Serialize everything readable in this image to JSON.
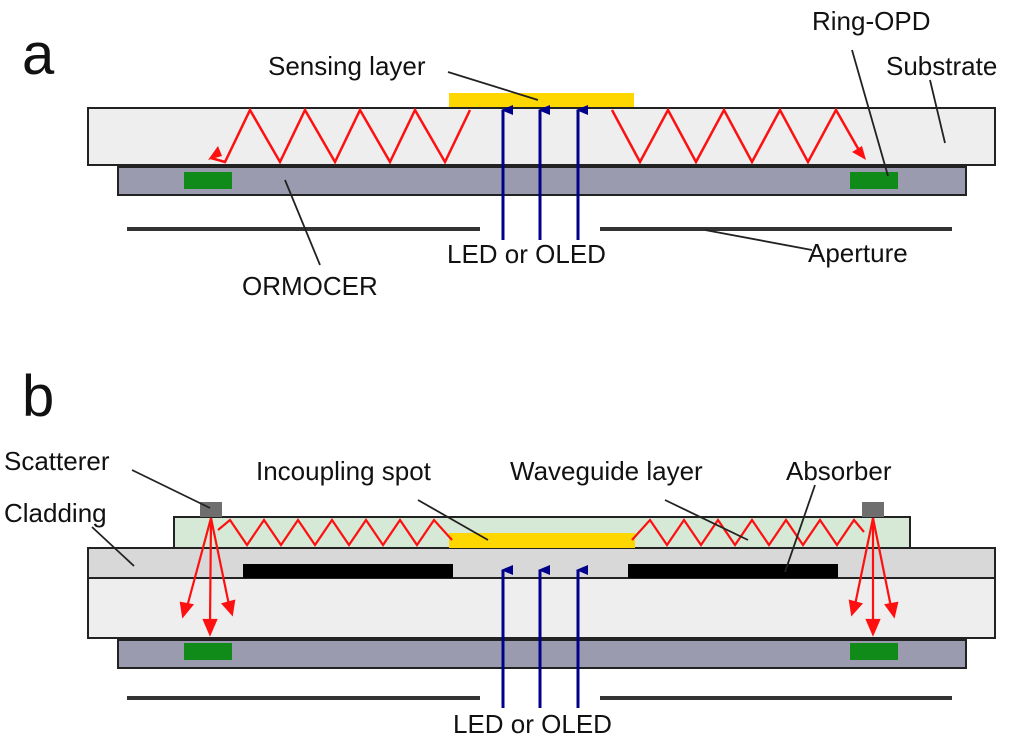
{
  "colors": {
    "substrate": "#eeeeee",
    "ormocer": "#9b9baf",
    "sensing_layer": "#ffd700",
    "ring_opd": "#108a18",
    "led_arrow": "#00008b",
    "zigzag": "#ff1010",
    "cladding": "#d8d8d8",
    "waveguide_layer": "#d6e9d6",
    "absorber": "#000000",
    "scatterer": "#6e6e6e",
    "outline": "#222222"
  },
  "panel_a": {
    "letter": "a",
    "labels": {
      "sensing_layer": "Sensing layer",
      "ring_opd": "Ring-OPD",
      "substrate": "Substrate",
      "led": "LED or OLED",
      "aperture": "Aperture",
      "ormocer": "ORMOCER"
    }
  },
  "panel_b": {
    "letter": "b",
    "labels": {
      "scatterer": "Scatterer",
      "incoupling_spot": "Incoupling spot",
      "waveguide_layer": "Waveguide layer",
      "absorber": "Absorber",
      "cladding": "Cladding",
      "led": "LED or OLED"
    }
  }
}
